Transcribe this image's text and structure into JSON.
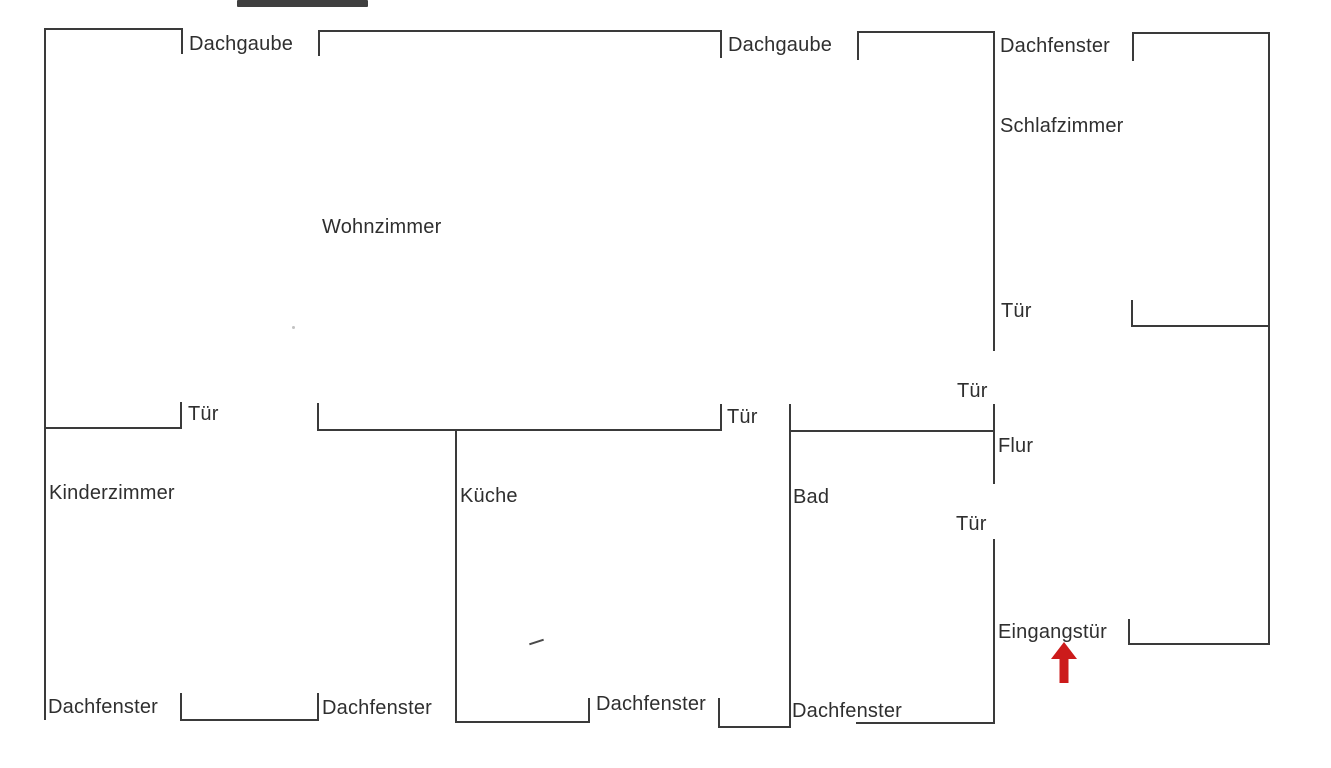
{
  "floorplan": {
    "rooms": {
      "wohnzimmer": "Wohnzimmer",
      "kinderzimmer": "Kinderzimmer",
      "kueche": "Küche",
      "bad": "Bad",
      "schlafzimmer": "Schlafzimmer",
      "flur": "Flur"
    },
    "labels": {
      "dachgaube_1": "Dachgaube",
      "dachgaube_2": "Dachgaube",
      "dachfenster_top": "Dachfenster",
      "tuer_schlafzimmer": "Tür",
      "tuer_flur_oben": "Tür",
      "tuer_kinderzimmer": "Tür",
      "tuer_kueche": "Tür",
      "tuer_flur_unten": "Tür",
      "eingangstuer": "Eingangstür",
      "dachfenster_unten_1": "Dachfenster",
      "dachfenster_unten_2": "Dachfenster",
      "dachfenster_unten_3": "Dachfenster",
      "dachfenster_unten_4": "Dachfenster"
    },
    "colors": {
      "ink": "#3a3a3a",
      "text": "#2f2f2f",
      "arrow_red": "#cc1b1b",
      "background": "#ffffff"
    }
  }
}
